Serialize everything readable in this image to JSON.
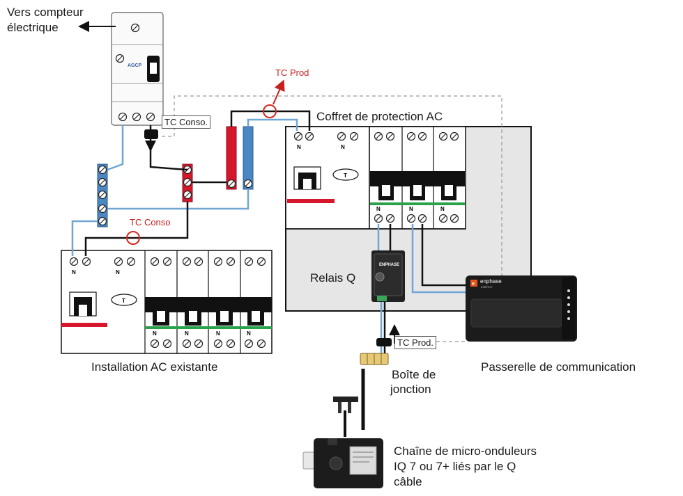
{
  "labels": {
    "meter": [
      "Vers compteur",
      "électrique"
    ],
    "agcp": "AGCP",
    "tc_prod_top": "TC Prod",
    "tc_conso_boxed": "TC Conso.",
    "tc_conso_red": "TC Conso",
    "coffret": "Coffret de protection AC",
    "relais": "Relais Q",
    "installation": "Installation AC existante",
    "tc_prod_boxed": "TC Prod.",
    "boite": [
      "Boîte de",
      "jonction"
    ],
    "passerelle": "Passerelle de communication",
    "chaine": [
      "Chaîne de micro-onduleurs",
      "IQ 7 ou 7+ liés par le Q",
      "câble"
    ],
    "neutral": "N",
    "test_button": "T",
    "enphase_relay": "ENPHASE",
    "enphase_gateway": "enphase",
    "enphase_energy": "ENERGY",
    "enphase_mark": "e"
  },
  "colors": {
    "wire_black": "#111111",
    "wire_blue": "#6fa6d6",
    "bus_red": "#d5162b",
    "bus_blue": "#4b87c5",
    "tc_red": "#d7261e",
    "panel_grey": "#e6e6e6",
    "gateway": "#1b1b1b",
    "orange": "#e3541c"
  }
}
